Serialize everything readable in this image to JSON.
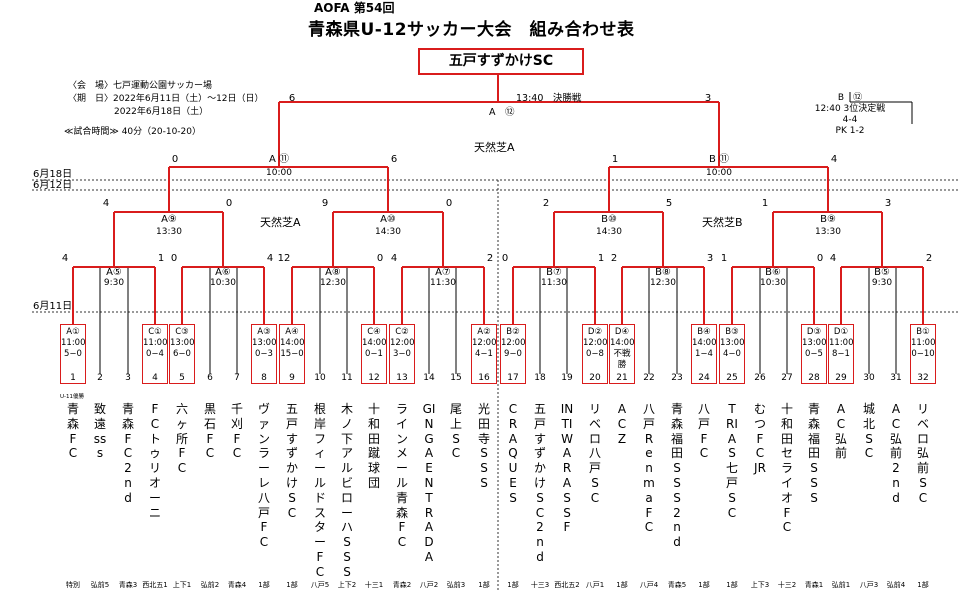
{
  "header": {
    "subtitle": "AOFA 第54回",
    "title": "青森県U-12サッカー大会　組み合わせ表",
    "winner": "五戸すずかけSC"
  },
  "info": {
    "venue": "〈会　場〉七戸運動公園サッカー場",
    "period1": "〈期　日〉2022年6月11日（土）～12日（日）",
    "period2": "2022年6月18日（土）",
    "duration": "≪試合時間≫ 40分（20-10-20）"
  },
  "dates": {
    "d18": "6月18日",
    "d12": "6月12日",
    "d11": "6月11日"
  },
  "fields": {
    "main": "天然芝A",
    "left": "天然芝A",
    "right": "天然芝B"
  },
  "final": {
    "label": "13:40　決勝戦",
    "code": "A　⑫",
    "left_score": "6",
    "right_score": "3"
  },
  "third_place": {
    "code": "B　⑫",
    "label": "12:40 3位決定戦",
    "score": "4-4",
    "pk": "PK 1-2"
  },
  "semis": [
    {
      "code": "A",
      "num": "⑪",
      "time": "10:00",
      "left": "0",
      "right": "6"
    },
    {
      "code": "B",
      "num": "⑪",
      "time": "10:00",
      "left": "1",
      "right": "4"
    }
  ],
  "quarters": [
    {
      "code": "A⑨",
      "time": "13:30",
      "left": "4",
      "right": "0"
    },
    {
      "code": "A⑩",
      "time": "14:30",
      "left": "9",
      "right": "0"
    },
    {
      "code": "B⑩",
      "time": "14:30",
      "left": "2",
      "right": "5"
    },
    {
      "code": "B⑨",
      "time": "13:30",
      "left": "1",
      "right": "3"
    }
  ],
  "round2": [
    {
      "code": "A⑤",
      "time": "9:30",
      "left": "4",
      "right": "1"
    },
    {
      "code": "A⑥",
      "time": "10:30",
      "left": "0",
      "right": "4"
    },
    {
      "code": "A⑧",
      "time": "12:30",
      "left": "12",
      "right": "0"
    },
    {
      "code": "A⑦",
      "time": "11:30",
      "left": "4",
      "right": "2"
    },
    {
      "code": "B⑦",
      "time": "11:30",
      "left": "0",
      "right": "1"
    },
    {
      "code": "B⑧",
      "time": "12:30",
      "left": "2",
      "right": "3"
    },
    {
      "code": "B⑥",
      "time": "10:30",
      "left": "1",
      "right": "0"
    },
    {
      "code": "B⑤",
      "time": "9:30",
      "left": "4",
      "right": "2"
    }
  ],
  "round1": [
    {
      "code": "A①",
      "time": "11:00",
      "result": "5−0"
    },
    {
      "code": "C①",
      "time": "11:00",
      "result": "0−4"
    },
    {
      "code": "C③",
      "time": "13:00",
      "result": "6−0"
    },
    {
      "code": "A③",
      "time": "13:00",
      "result": "0−3"
    },
    {
      "code": "A④",
      "time": "14:00",
      "result": "15−0"
    },
    {
      "code": "C④",
      "time": "14:00",
      "result": "0−1"
    },
    {
      "code": "C②",
      "time": "12:00",
      "result": "3−0"
    },
    {
      "code": "A②",
      "time": "12:00",
      "result": "4−1"
    },
    {
      "code": "B②",
      "time": "12:00",
      "result": "9−0"
    },
    {
      "code": "D②",
      "time": "12:00",
      "result": "0−8"
    },
    {
      "code": "D④",
      "time": "14:00",
      "result": "不戦勝"
    },
    {
      "code": "B④",
      "time": "14:00",
      "result": "1−4"
    },
    {
      "code": "B③",
      "time": "13:00",
      "result": "4−0"
    },
    {
      "code": "D③",
      "time": "13:00",
      "result": "0−5"
    },
    {
      "code": "D①",
      "time": "11:00",
      "result": "8−1"
    },
    {
      "code": "B①",
      "time": "11:00",
      "result": "0−10"
    }
  ],
  "seed_note": "U-11優勝",
  "teams": [
    {
      "n": "1",
      "name": "青森FC",
      "aff": "特別"
    },
    {
      "n": "2",
      "name": "致遠sss",
      "aff": "弘前5"
    },
    {
      "n": "3",
      "name": "青森FC2nd",
      "aff": "青森3"
    },
    {
      "n": "4",
      "name": "FCトゥリオーニ",
      "aff": "西北五1"
    },
    {
      "n": "5",
      "name": "六ヶ所FC",
      "aff": "上下1"
    },
    {
      "n": "6",
      "name": "黒石FC",
      "aff": "弘前2"
    },
    {
      "n": "7",
      "name": "千刈FC",
      "aff": "青森4"
    },
    {
      "n": "8",
      "name": "ヴァンラーレ八戸FC",
      "aff": "1部"
    },
    {
      "n": "9",
      "name": "五戸すずかけSC",
      "aff": "1部"
    },
    {
      "n": "10",
      "name": "根岸フィールドスターFC",
      "aff": "八戸5"
    },
    {
      "n": "11",
      "name": "木ノ下アルビローハSSS",
      "aff": "上下2"
    },
    {
      "n": "12",
      "name": "十和田蹴球団",
      "aff": "十三1"
    },
    {
      "n": "13",
      "name": "ラインメール青森FC",
      "aff": "青森2"
    },
    {
      "n": "14",
      "name": "GINGA ENTRADA",
      "aff": "八戸2"
    },
    {
      "n": "15",
      "name": "尾上SC",
      "aff": "弘前3"
    },
    {
      "n": "16",
      "name": "光田寺SSS",
      "aff": "1部"
    },
    {
      "n": "17",
      "name": "CRAQUES",
      "aff": "1部"
    },
    {
      "n": "18",
      "name": "五戸すずかけSC2nd",
      "aff": "十三3"
    },
    {
      "n": "19",
      "name": "INTIWARASSF",
      "aff": "西北五2"
    },
    {
      "n": "20",
      "name": "リベロ八戸SC",
      "aff": "八戸1"
    },
    {
      "n": "21",
      "name": "ACZ",
      "aff": "1部"
    },
    {
      "n": "22",
      "name": "八戸Renma FC",
      "aff": "八戸4"
    },
    {
      "n": "23",
      "name": "青森福田SSS2nd",
      "aff": "青森5"
    },
    {
      "n": "24",
      "name": "八戸FC",
      "aff": "1部"
    },
    {
      "n": "25",
      "name": "TRIAS七戸SC",
      "aff": "1部"
    },
    {
      "n": "26",
      "name": "むつFC JR",
      "aff": "上下3"
    },
    {
      "n": "27",
      "name": "十和田セライオFC",
      "aff": "十三2"
    },
    {
      "n": "28",
      "name": "青森福田SSS",
      "aff": "青森1"
    },
    {
      "n": "29",
      "name": "AC弘前",
      "aff": "弘前1"
    },
    {
      "n": "30",
      "name": "城北SC",
      "aff": "八戸3"
    },
    {
      "n": "31",
      "name": "AC弘前2nd",
      "aff": "弘前4"
    },
    {
      "n": "32",
      "name": "リベロ弘前SC",
      "aff": "1部"
    }
  ]
}
